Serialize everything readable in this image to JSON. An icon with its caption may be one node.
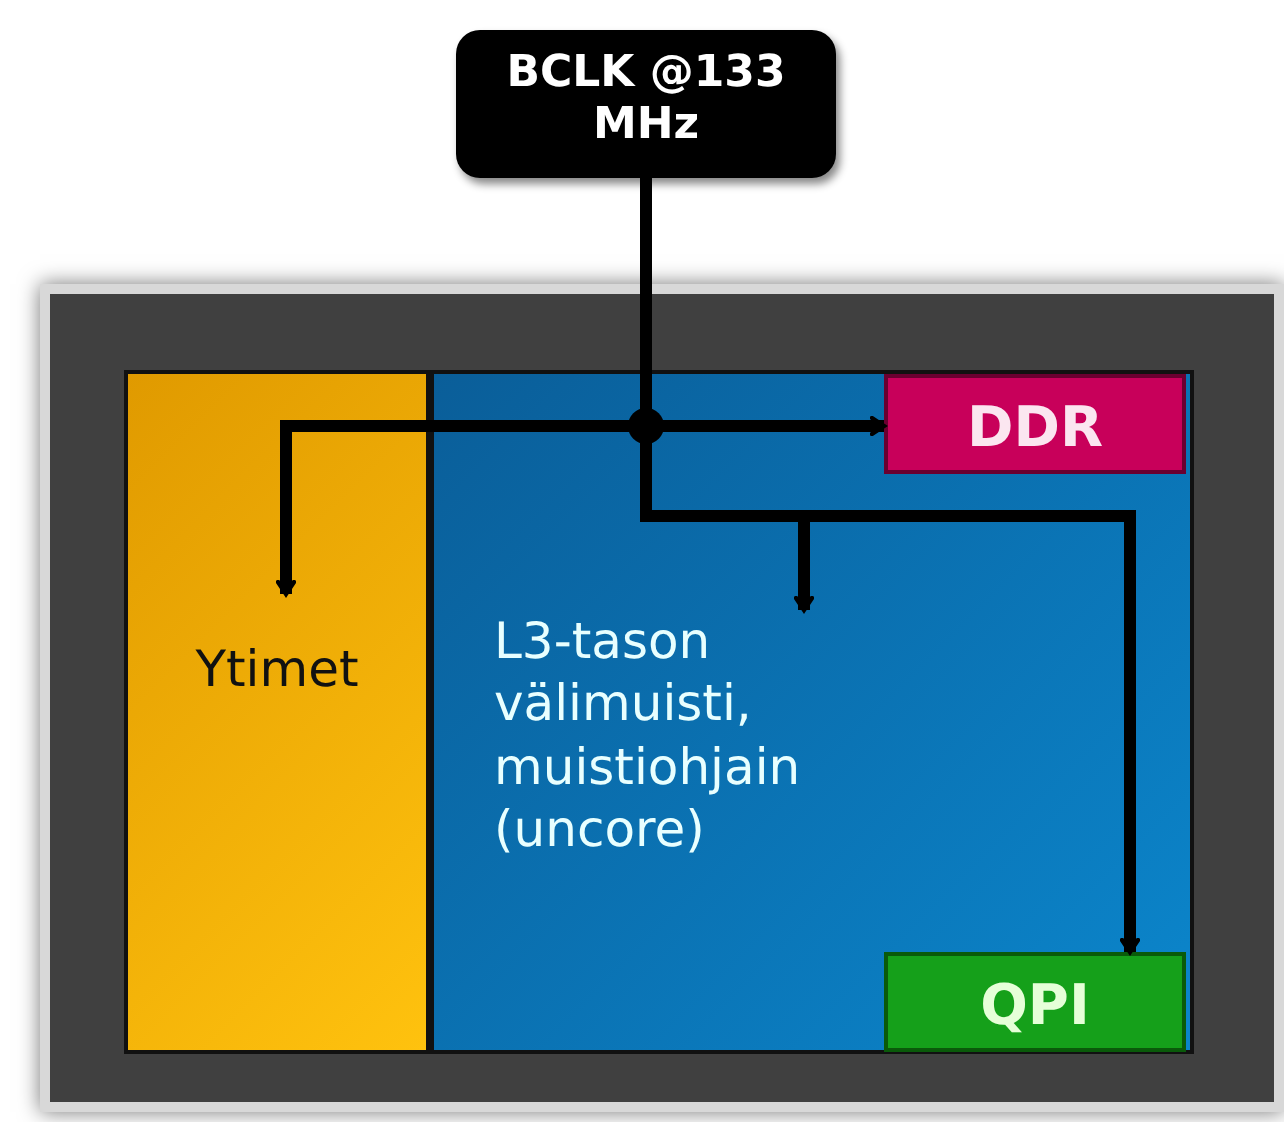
{
  "diagram": {
    "nodes": [
      {
        "text": [
          "BCLK @133 MHz"
        ]
      },
      {
        "text": [],
        "shape": "box"
      },
      {
        "text": [
          "Ytimet"
        ],
        "in": 1
      },
      {
        "text": [],
        "shape": "box",
        "in": 1
      },
      {
        "text": [
          "L3-tason välimuisti, muistiohjain (uncore)"
        ],
        "in": 3
      },
      {
        "text": [
          "DDR"
        ],
        "in": 3
      },
      {
        "text": [
          "QPI"
        ],
        "in": 3
      }
    ],
    "edges": [
      {
        "from": 0,
        "to": 2,
        "arrow": "to"
      },
      {
        "from": 0,
        "to": 5,
        "arrow": "to"
      },
      {
        "from": 0,
        "to": 4,
        "arrow": "to"
      },
      {
        "from": 0,
        "to": 6,
        "arrow": "to"
      }
    ]
  }
}
